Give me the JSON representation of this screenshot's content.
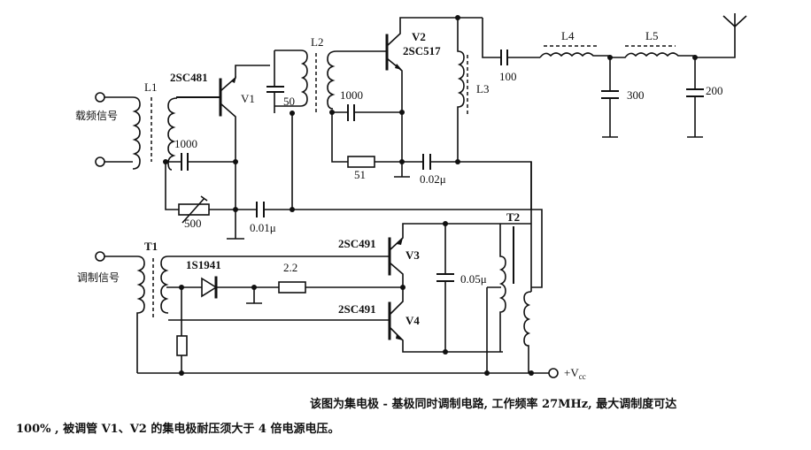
{
  "labels": {
    "carrier_input": "载频信号",
    "modulation_input": "调制信号",
    "L1": "L1",
    "L2": "L2",
    "L3": "L3",
    "L4": "L4",
    "L5": "L5",
    "T1": "T1",
    "T2": "T2",
    "V1": "V1",
    "V2": "V2",
    "V3": "V3",
    "V4": "V4",
    "V1_part": "2SC481",
    "V2_part": "2SC517",
    "V3_part": "2SC491",
    "V4_part": "2SC491",
    "diode_part": "1S1941",
    "c_1000_a": "1000",
    "c_50": "50",
    "c_001u": "0.01μ",
    "r_500": "500",
    "c_1000_b": "1000",
    "r_51": "51",
    "c_002u": "0.02μ",
    "c_100": "100",
    "c_300": "300",
    "c_200": "200",
    "r_2_2": "2.2",
    "c_005u": "0.05μ",
    "vcc": "+V",
    "vcc_sub": "cc"
  },
  "caption": {
    "line1": "该图为集电极 - 基极同时调制电路, 工作频率 27MHz, 最大调制度可达",
    "line2": "100% , 被调管 V1、V2 的集电极耐压须大于 4 倍电源电压。"
  }
}
